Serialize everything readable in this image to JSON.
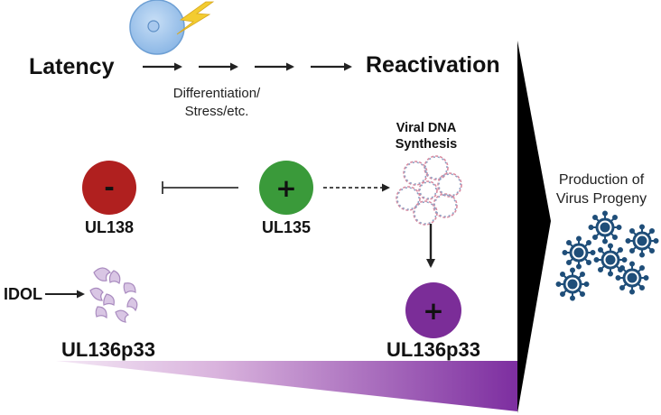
{
  "labels": {
    "latency": "Latency",
    "reactivation": "Reactivation",
    "trigger_line1": "Differentiation/",
    "trigger_line2": "Stress/etc.",
    "viral_dna_line1": "Viral DNA",
    "viral_dna_line2": "Synthesis",
    "production_line1": "Production of",
    "production_line2": "Virus Progeny",
    "ul138": "UL138",
    "ul135": "UL135",
    "ul136_left": "UL136p33",
    "ul136_right": "UL136p33",
    "idol": "IDOL"
  },
  "signs": {
    "ul138": "-",
    "ul135": "+",
    "ul136": "+"
  },
  "colors": {
    "ul138_circle": "#b0201f",
    "ul135_circle": "#3a9a3a",
    "ul136_circle": "#7b2d98",
    "gradient_light": "#e6cde9",
    "gradient_dark": "#7d2ea0",
    "protein_fill": "#d9c6e4",
    "protein_stroke": "#a98bbf",
    "virus_blue": "#1f4e79",
    "cell_blue": "#9cc3ec",
    "lightning": "#f3cc30",
    "big_arrow": "#000000"
  },
  "icons": {
    "cell": "cell-icon",
    "lightning": "lightning-icon",
    "dna": "viral-dna-icon",
    "protein_fragments": "protein-fragments-icon",
    "virus": "virus-icon"
  }
}
